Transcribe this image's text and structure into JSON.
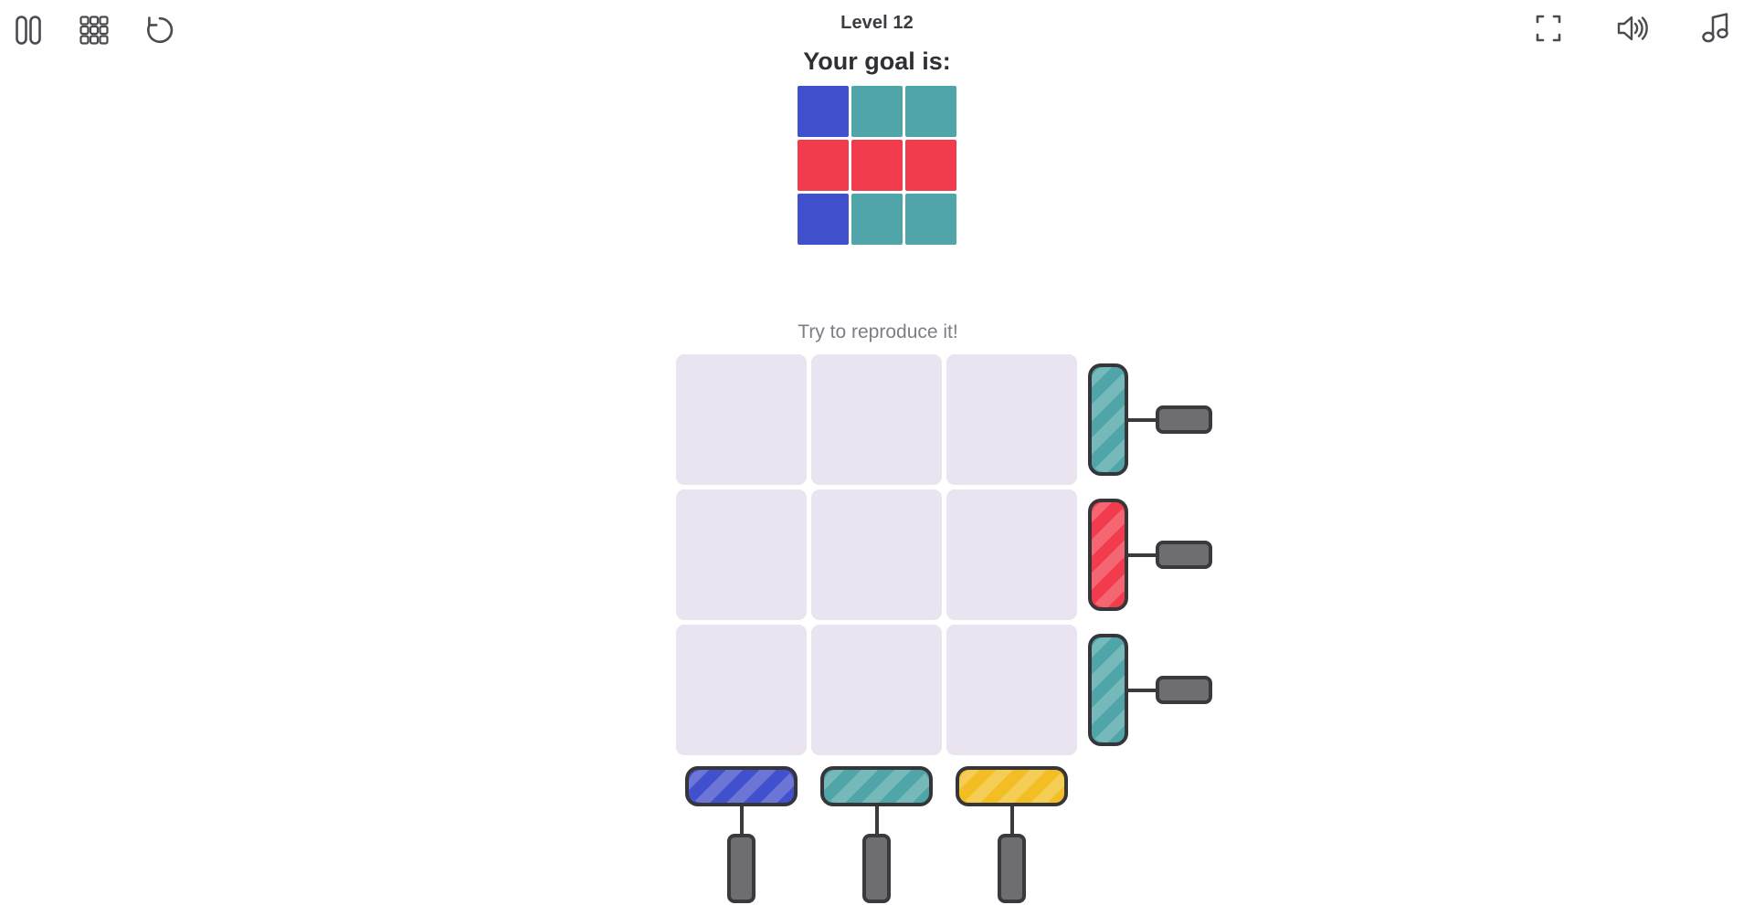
{
  "header": {
    "level_label": "Level 12",
    "left_buttons": [
      {
        "name": "pause-button",
        "icon": "pause-icon"
      },
      {
        "name": "levels-grid-button",
        "icon": "grid-icon"
      },
      {
        "name": "restart-button",
        "icon": "restart-icon"
      }
    ],
    "right_buttons": [
      {
        "name": "fullscreen-button",
        "icon": "fullscreen-icon"
      },
      {
        "name": "sound-button",
        "icon": "speaker-icon"
      },
      {
        "name": "music-button",
        "icon": "music-note-icon"
      }
    ]
  },
  "goal": {
    "heading": "Your goal is:",
    "rows": [
      [
        "blue",
        "teal",
        "teal"
      ],
      [
        "red",
        "red",
        "red"
      ],
      [
        "blue",
        "teal",
        "teal"
      ]
    ]
  },
  "board": {
    "caption": "Try to reproduce it!",
    "cells": [
      [
        "empty",
        "empty",
        "empty"
      ],
      [
        "empty",
        "empty",
        "empty"
      ],
      [
        "empty",
        "empty",
        "empty"
      ]
    ],
    "row_paddles": [
      {
        "index": 0,
        "color": "teal"
      },
      {
        "index": 1,
        "color": "red"
      },
      {
        "index": 2,
        "color": "teal"
      }
    ],
    "column_paddles": [
      {
        "index": 0,
        "color": "blue"
      },
      {
        "index": 1,
        "color": "teal"
      },
      {
        "index": 2,
        "color": "yellow"
      }
    ]
  },
  "colors": {
    "blue": "#4150CC",
    "teal": "#4FA5A8",
    "red": "#F23B4C",
    "yellow": "#F2BE24",
    "empty": "#EAE3F0",
    "outline": "#36363A",
    "handle": "#6E6E70",
    "text_dark": "#2F2F34",
    "text_muted": "#7D7D86",
    "background": "#FFFFFF"
  }
}
